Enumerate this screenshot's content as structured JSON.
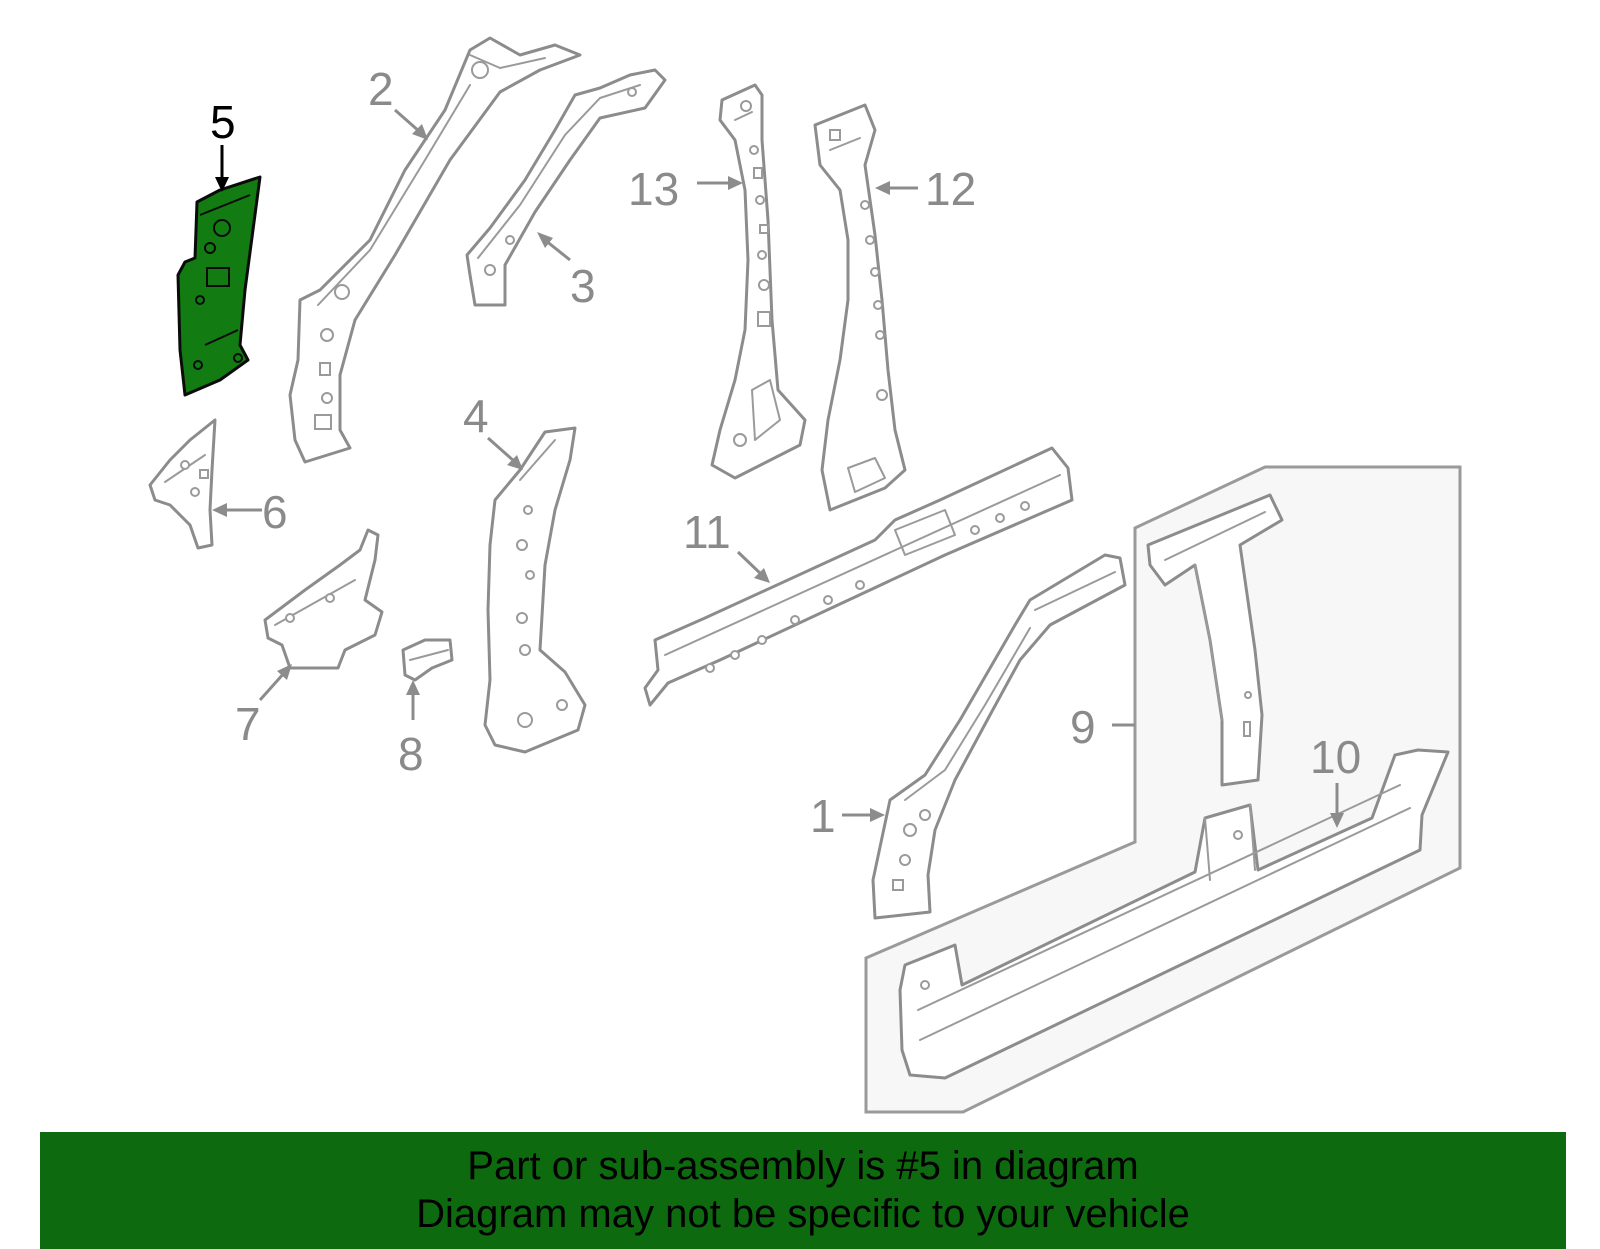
{
  "callouts": {
    "c1": "1",
    "c2": "2",
    "c3": "3",
    "c4": "4",
    "c5": "5",
    "c6": "6",
    "c7": "7",
    "c8": "8",
    "c9": "9",
    "c10": "10",
    "c11": "11",
    "c12": "12",
    "c13": "13"
  },
  "highlighted_part": "5",
  "colors": {
    "highlight_fill": "#127b12",
    "banner_background": "#0e6a0e",
    "line_art": "#8c8c8c"
  },
  "banner": {
    "line1": "Part or sub-assembly is #5 in diagram",
    "line2": "Diagram may not be specific to your vehicle"
  }
}
